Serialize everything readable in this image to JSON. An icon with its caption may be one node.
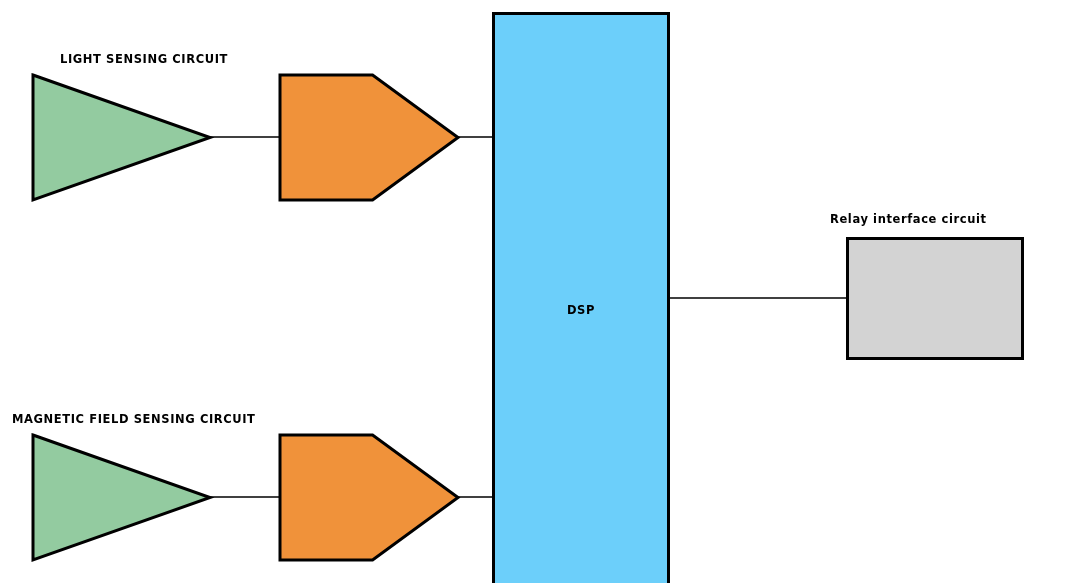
{
  "diagram": {
    "nodes": [
      {
        "text": [],
        "shape": "triangle"
      },
      {
        "text": [],
        "shape": "pentagon"
      },
      {
        "text": [
          "DSP"
        ]
      },
      {
        "text": [
          "Relay interface circuit"
        ]
      },
      {
        "text": [],
        "shape": "triangle"
      },
      {
        "text": [],
        "shape": "pentagon"
      }
    ],
    "edges": [
      {
        "from": 0,
        "to": 1,
        "arrow": "none"
      },
      {
        "from": 1,
        "to": 2,
        "arrow": "none"
      },
      {
        "from": 2,
        "to": 3,
        "arrow": "none"
      },
      {
        "from": 4,
        "to": 5,
        "arrow": "none"
      },
      {
        "from": 5,
        "to": 2,
        "arrow": "none"
      }
    ],
    "labels": [
      "LIGHT SENSING CIRCUIT",
      "MAGNETIC FIELD SENSING CIRCUIT"
    ]
  }
}
